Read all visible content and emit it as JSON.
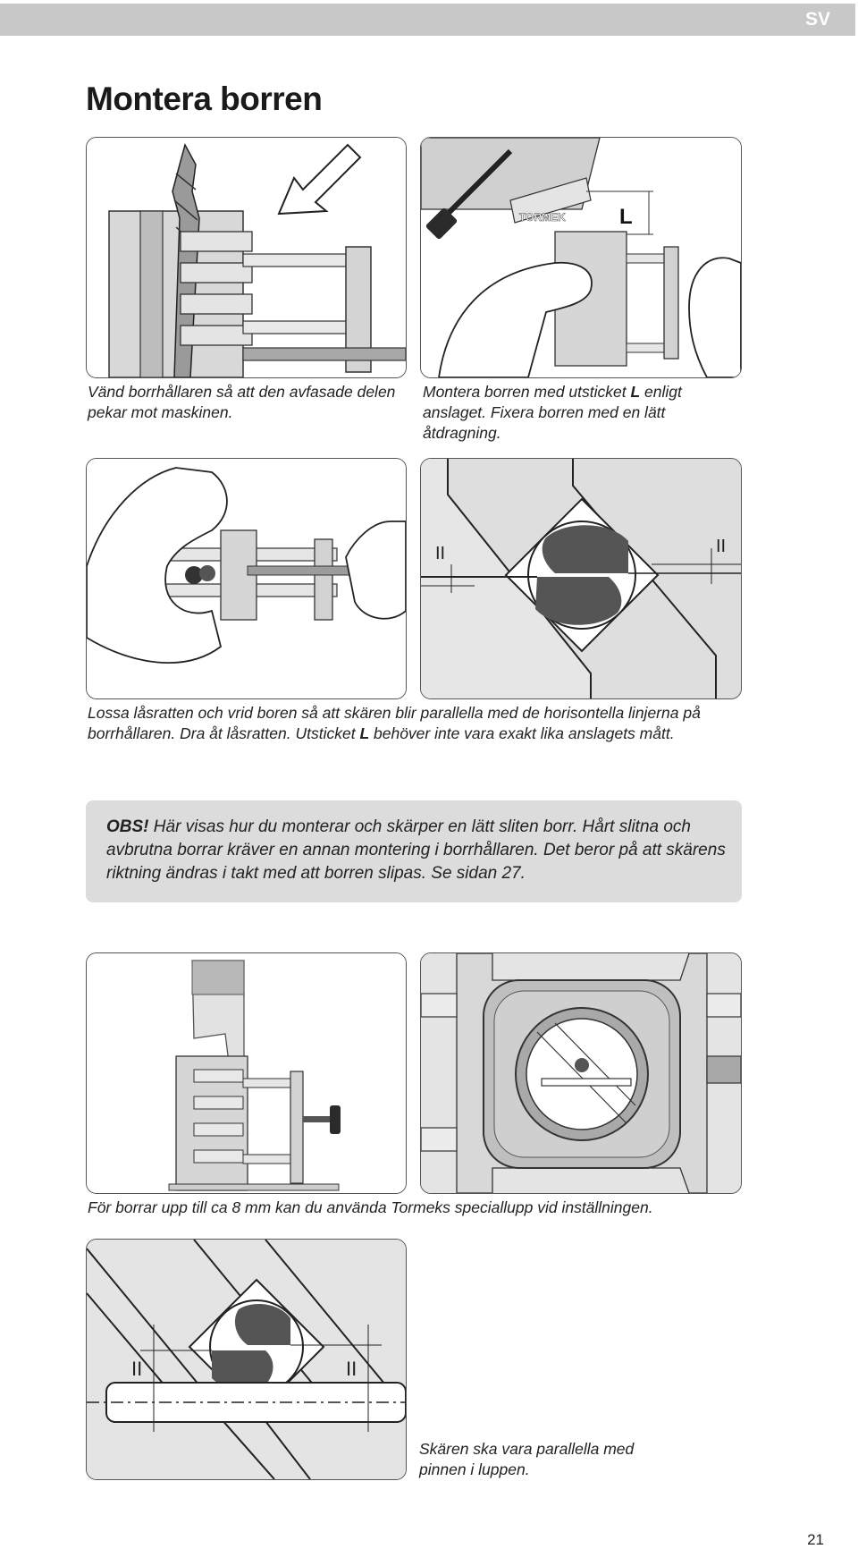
{
  "header": {
    "language": "SV"
  },
  "page": {
    "title": "Montera borren",
    "number": "21"
  },
  "figures": {
    "fig2_label": "L",
    "fig2_brand": "TORMEK",
    "fig4_marks": [
      "II",
      "II"
    ],
    "fig7_marks": [
      "II",
      "II"
    ]
  },
  "captions": {
    "c1": "Vänd borrhållaren så att den avfasade delen pekar mot maskinen.",
    "c2_pre": "Montera borren med utsticket ",
    "c2_bold": "L",
    "c2_post": " enligt anslaget. Fixera borren med en lätt åtdragning.",
    "c3_pre": "Lossa låsratten och vrid boren så att skären blir parallella med de horisontella linjerna på borrhållaren. Dra åt låsratten. Utsticket ",
    "c3_bold": "L",
    "c3_post": " behöver inte vara exakt lika anslagets mått.",
    "c4": "För borrar upp till ca 8 mm kan du använda Tormeks speciallupp vid inställningen.",
    "c5": "Skären ska vara parallella med pinnen i luppen."
  },
  "note": {
    "label": "OBS!",
    "text": " Här visas hur du monterar och skärper en lätt sliten borr. Hårt slitna och avbrutna borrar kräver en annan montering i borrhållaren. Det beror på att skärens riktning ändras i takt med att borren slipas. Se sidan 27."
  }
}
